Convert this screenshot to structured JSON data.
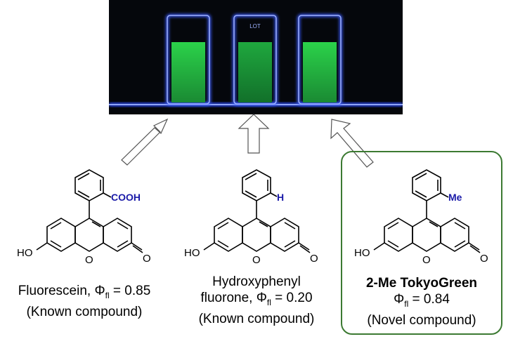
{
  "compounds": [
    {
      "name_line1": "Fluorescein, Φ",
      "qy_sub": "fl",
      "qy_value": " = 0.85",
      "note": "(Known compound)",
      "substituent": "COOH",
      "atom_ho": "HO",
      "atom_o_ring": "O",
      "atom_o_keto": "O"
    },
    {
      "name_line1": "Hydroxyphenyl",
      "name_line2": "fluorone, Φ",
      "qy_sub": "fl",
      "qy_value": " = 0.20",
      "note": "(Known compound)",
      "substituent": "H",
      "atom_ho": "HO",
      "atom_o_ring": "O",
      "atom_o_keto": "O"
    },
    {
      "name_line1": "2-Me TokyoGreen",
      "qy_prefix": "Φ",
      "qy_sub": "fl",
      "qy_value": " = 0.84",
      "note": "(Novel compound)",
      "substituent": "Me",
      "atom_ho": "HO",
      "atom_o_ring": "O",
      "atom_o_keto": "O"
    }
  ],
  "colors": {
    "substituent": "#1a1aa8",
    "highlight_border": "#3c7a32",
    "fluorescence": "#2fbf4a",
    "uv_glow": "#3a5cff"
  },
  "photo": {
    "cuvette_lot_label": "LOT"
  }
}
